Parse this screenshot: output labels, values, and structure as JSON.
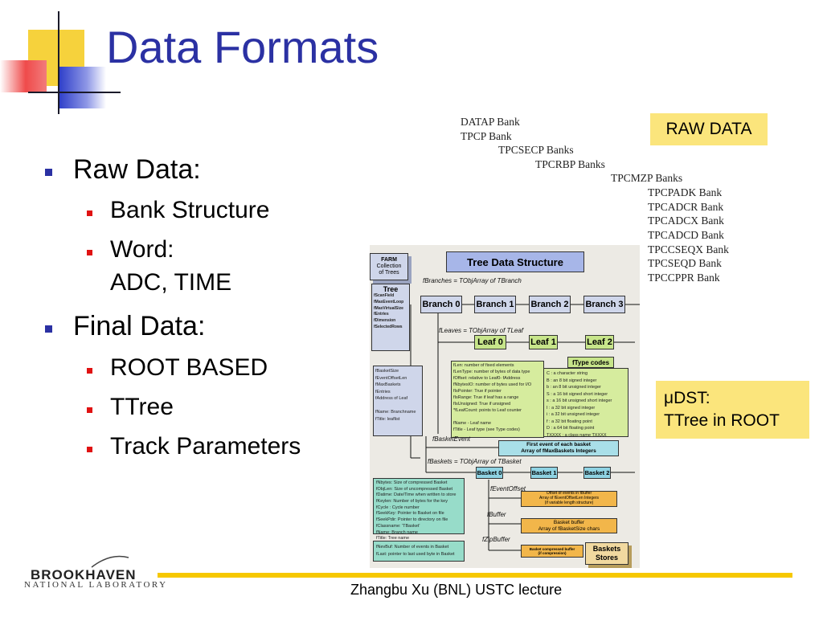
{
  "slide": {
    "title": "Data Formats",
    "bullets": {
      "raw": "Raw Data:",
      "bank_structure": "Bank Structure",
      "word_line1": "Word:",
      "word_line2": "ADC, TIME",
      "final": "Final Data:",
      "root_based": "ROOT BASED",
      "ttree": "TTree",
      "track": "Track Parameters"
    },
    "bank_list": [
      "DATAP Bank",
      "TPCP Bank",
      "TPCSECP Banks",
      "TPCRBP Banks",
      "TPCMZP  Banks",
      "TPCPADK Bank",
      "TPCADCR Bank",
      "TPCADCX Bank",
      "TPCADCD Bank",
      "TPCCSEQX Bank",
      "TPCSEQD Bank",
      "TPCCPPR Bank"
    ],
    "raw_data_label": "RAW DATA",
    "dst_line1": "μDST:",
    "dst_line2": "TTree in ROOT",
    "footer": "Zhangbu Xu (BNL) USTC lecture",
    "logo_main": "BROOKHAVEN",
    "logo_sub": "NATIONAL LABORATORY"
  },
  "diagram": {
    "header": "Tree Data Structure",
    "farm": [
      "FARM",
      "Collection",
      "of Trees"
    ],
    "tree_label": "Tree",
    "tree_fields": [
      "fScanField",
      "fMaxEventLoop",
      "fMaxVirtualSize",
      "fEntries",
      "fDimension",
      "fSelectedRows"
    ],
    "branches_label": "fBranches = TObjArray of TBranch",
    "branches": [
      "Branch 0",
      "Branch 1",
      "Branch 2",
      "Branch 3"
    ],
    "leaves_label": "fLeaves = TObjArray of TLeaf",
    "leaves": [
      "Leaf 0",
      "Leaf 1",
      "Leaf 2"
    ],
    "branch_fields": [
      "fBasketSize",
      "fEventOffsetLen",
      "fMaxBaskets",
      "fEntries",
      "fAddress of Leaf",
      "",
      "fName: Branchname",
      "fTitle: leaflist"
    ],
    "leaf_fields": [
      "fLen: number of fixed elements",
      "fLenType: number of bytes of data type",
      "fOffset: relative to Leaf0- fAddress",
      "fNbytesIO: number of bytes used for I/O",
      "fIsPointer: True if pointer",
      "fIsRange: True if leaf has a range",
      "fIsUnsigned: True if unsigned",
      "*fLeafCount: points to Leaf counter",
      "",
      "fName  -  Leaf name",
      "fTitle  -  Leaf type (see Type codes)"
    ],
    "type_codes_title": "fType codes",
    "type_codes": [
      "C : a character string",
      "B : an 8 bit signed integer",
      "b : an 8 bit unsigned integer",
      "S : a 16 bit signed short integer",
      "s : a 16 bit unsigned short integer",
      "I : a 32 bit signed integer",
      "i : a 32 bit unsigned integer",
      "f : a 32 bit floating point",
      "D : a 64 bit floating point",
      "TXXXX : a class name TXXXX"
    ],
    "basket_event_label": "fBasketEvent",
    "first_event_line1": "First event of each basket",
    "first_event_line2": "Array of fMaxBaskets Integers",
    "baskets_label": "fBaskets = TObjArray of TBasket",
    "baskets": [
      "Basket 0",
      "Basket 1",
      "Basket 2"
    ],
    "basket_fields": [
      "fNbytes: Size of compressed Basket",
      "fObjLen: Size of uncompressed Basket",
      "fDatime: Date/Time when written to store",
      "fKeylen: Number of bytes for the key",
      "fCycle : Cycle number",
      "fSeekKey: Pointer to Basket on file",
      "fSeekPdir: Pointer to directory on file",
      "fClassname: 'TBasket'",
      "fName: Branch name",
      "fTitle: Tree name"
    ],
    "basket_fields2": [
      "fNevBuf: Number of events in Basket",
      "fLast: pointer to last used byte in Basket"
    ],
    "event_offset_label": "fEventOffset",
    "event_offset_line1": "Offset of events in fBuffer",
    "event_offset_line2": "Array of fEventOffsetLen Integers",
    "event_offset_line3": "(if variable length structure)",
    "buffer_label": "fBuffer",
    "basket_buffer_line1": "Basket buffer",
    "basket_buffer_line2": "Array of fBasketSize chars",
    "zipbuffer_label": "fZipBuffer",
    "compressed_line1": "Basket compressed buffer",
    "compressed_line2": "(if compression)",
    "stores_line1": "Baskets",
    "stores_line2": "Stores"
  },
  "colors": {
    "title_blue": "#2b31a3",
    "bullet_red": "#e01212",
    "highlight_yellow": "#fbe57c",
    "footer_line": "#f6c800"
  }
}
